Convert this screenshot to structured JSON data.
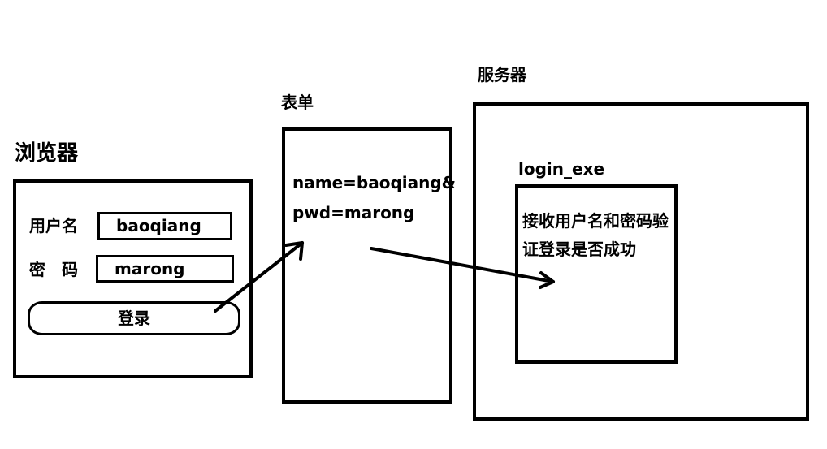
{
  "browser": {
    "title": "浏览器",
    "username_label": "用户名",
    "username_value": "baoqiang",
    "password_label": "密　码",
    "password_value": "marong",
    "login_button": "登录"
  },
  "form": {
    "title": "表单",
    "line1": "name=baoqiang&",
    "line2": "pwd=marong"
  },
  "server": {
    "title": "服务器",
    "handler_title": "login_exe",
    "handler_line1": "接收用户名和密码验",
    "handler_line2": "证登录是否成功"
  }
}
